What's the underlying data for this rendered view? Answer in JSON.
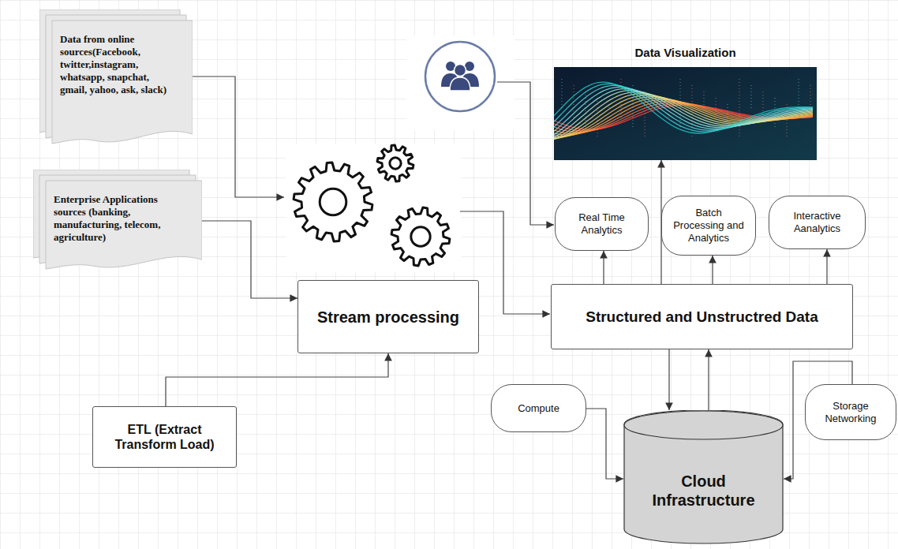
{
  "diagram": {
    "nodes": [
      {
        "text": [
          "Data from online sources(Facebook, twitter,instagram, whatsapp, snapchat, gmail, yahoo, ask, slack)"
        ]
      },
      {
        "text": [
          "Data Visualization"
        ]
      },
      {
        "text": [
          "Enterprise Applications sources (banking, manufacturing, telecom, agriculture)"
        ]
      },
      {
        "text": [
          "Real Time Analytics"
        ]
      },
      {
        "text": [
          "Batch Processing and Analytics"
        ]
      },
      {
        "text": [
          "Interactive Aanalytics"
        ]
      },
      {
        "text": [
          "Stream processing"
        ]
      },
      {
        "text": [
          "Structured and Unstructred Data"
        ]
      },
      {
        "text": [
          "ETL (Extract Transform Load)"
        ]
      },
      {
        "text": [
          "Compute"
        ]
      },
      {
        "text": [
          "Storage Networking"
        ]
      },
      {
        "text": [
          "Cloud Infrastructure"
        ]
      }
    ],
    "edges": [
      {
        "from": 2,
        "to": 6,
        "arrow": "to"
      },
      {
        "from": 8,
        "to": 6,
        "arrow": "to"
      },
      {
        "from": 7,
        "to": 3,
        "arrow": "to"
      },
      {
        "from": 7,
        "to": 1,
        "arrow": "to"
      },
      {
        "from": 7,
        "to": 4,
        "arrow": "to"
      },
      {
        "from": 7,
        "to": 5,
        "arrow": "to"
      },
      {
        "from": 7,
        "to": 11,
        "arrow": "to"
      },
      {
        "from": 11,
        "to": 7,
        "arrow": "to"
      },
      {
        "from": 9,
        "to": 11,
        "arrow": "to"
      },
      {
        "from": 10,
        "to": 11,
        "arrow": "to"
      }
    ]
  }
}
